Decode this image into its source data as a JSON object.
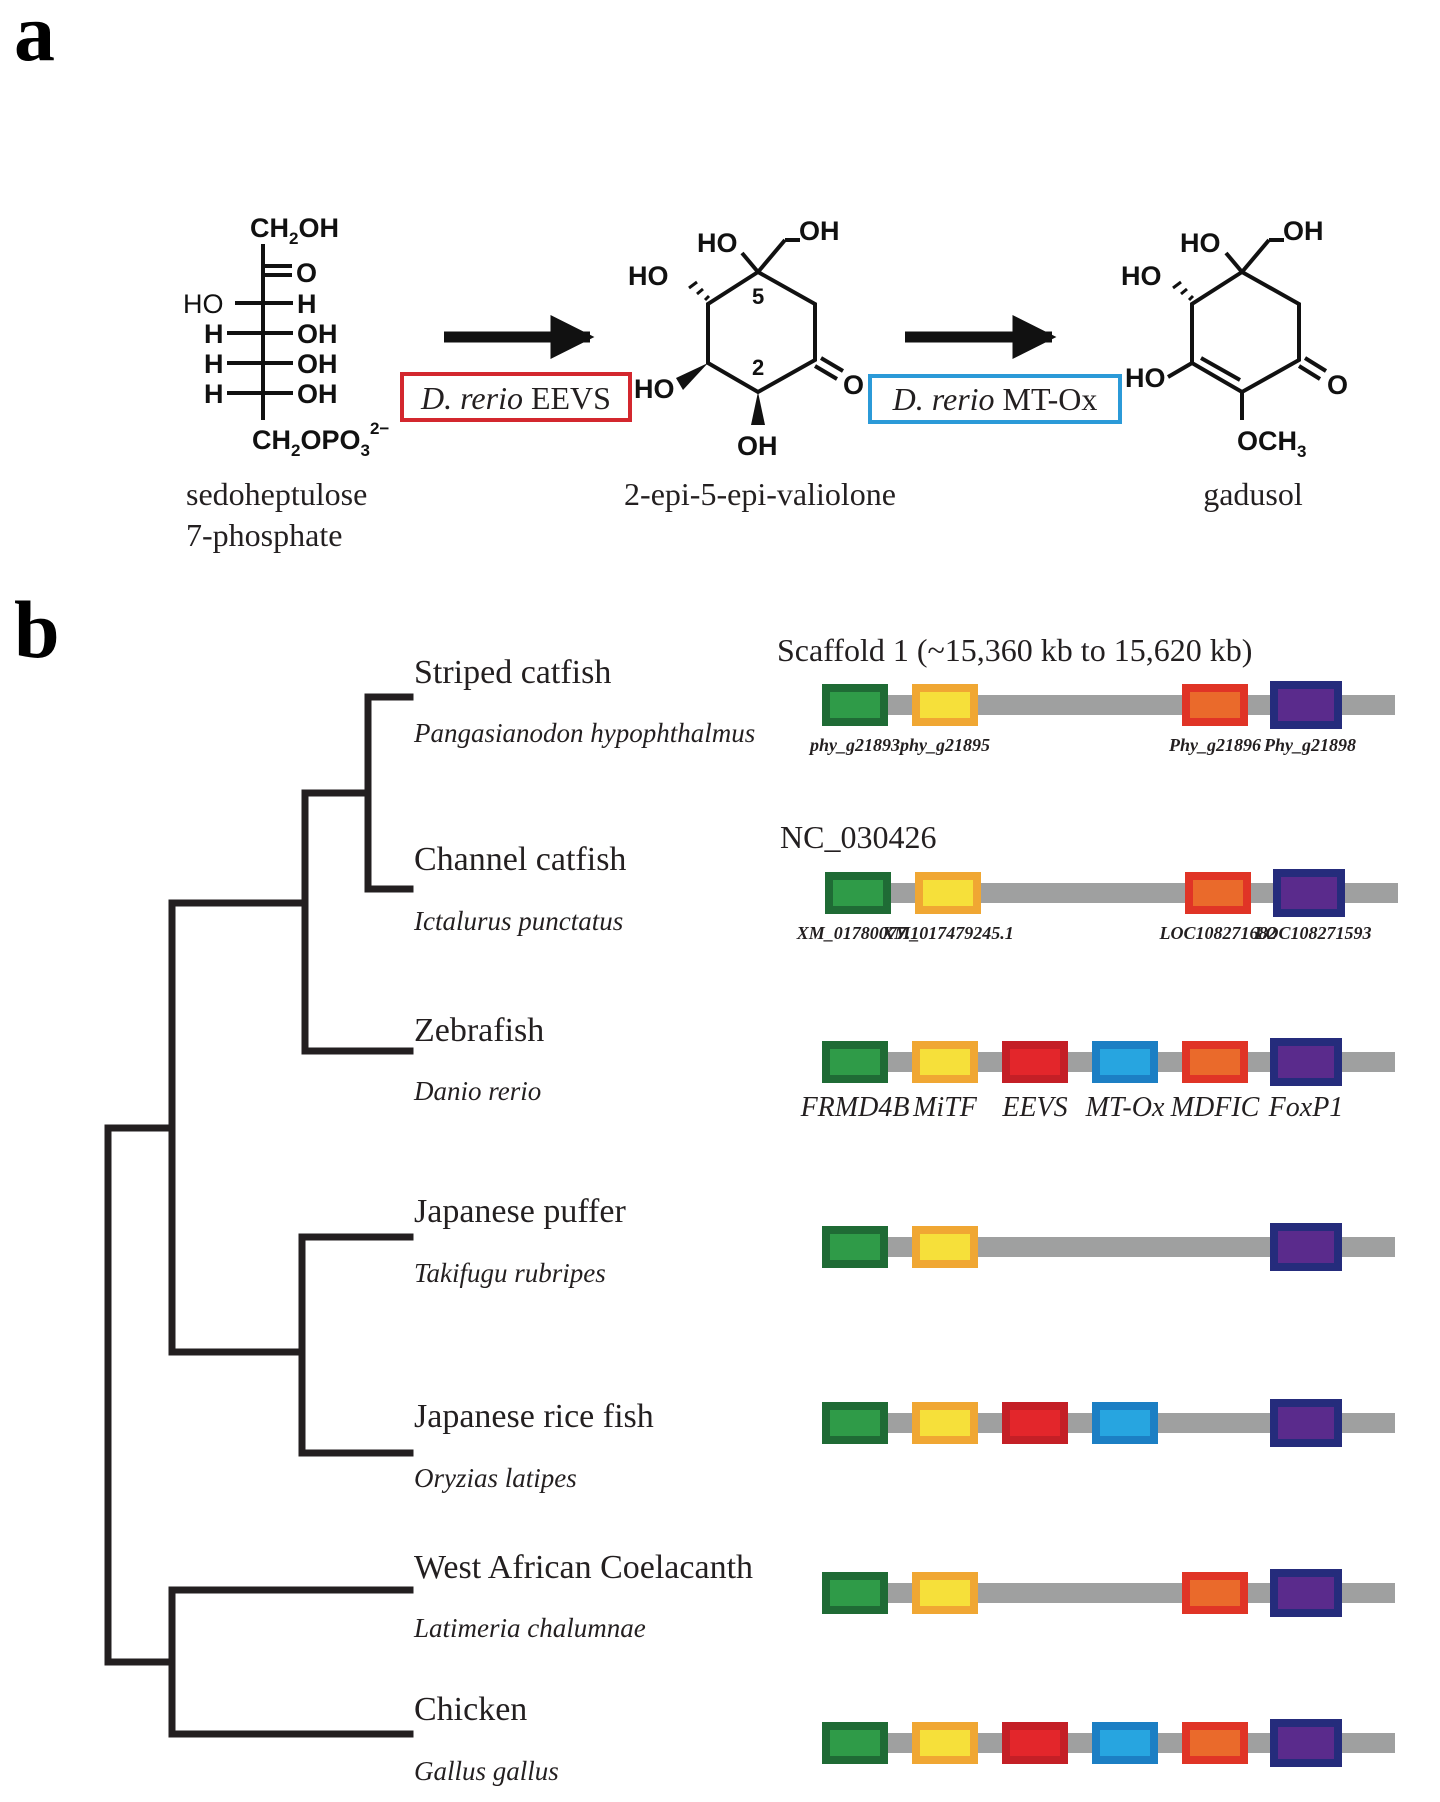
{
  "panel_a": {
    "label": "a",
    "compound1": {
      "name_line1": "sedoheptulose",
      "name_line2": "7-phosphate",
      "top": "CH",
      "top_sub": "2",
      "top_tail": "OH",
      "o": "O",
      "rows": [
        {
          "left": "HO",
          "right": "H"
        },
        {
          "left": "H",
          "right": "OH"
        },
        {
          "left": "H",
          "right": "OH"
        },
        {
          "left": "H",
          "right": "OH"
        }
      ],
      "bottom": "CH",
      "bottom_sub": "2",
      "bottom_mid": "OPO",
      "bottom_sub2": "3",
      "bottom_charge": "2−"
    },
    "compound2": {
      "name": "2-epi-5-epi-valiolone",
      "ho_top": "HO",
      "oh_top": "OH",
      "ho_left": "HO",
      "ho_lower": "HO",
      "oh_bottom": "OH",
      "ketone": "O",
      "num5": "5",
      "num2": "2"
    },
    "compound3": {
      "name": "gadusol",
      "ho_top": "HO",
      "oh_top": "OH",
      "ho_left": "HO",
      "ho_lower": "HO",
      "ketone": "O",
      "och3": "OCH",
      "och3_sub": "3"
    },
    "enzyme1": {
      "italic": "D. rerio",
      "plain": "EEVS",
      "border_color": "#d3272e"
    },
    "enzyme2": {
      "italic": "D. rerio",
      "plain": "MT-Ox",
      "border_color": "#2b9ad8"
    }
  },
  "panel_b": {
    "label": "b",
    "colors": {
      "FRMD4B": {
        "outer": "#1f6b35",
        "inner": "#2f9b48"
      },
      "MiTF": {
        "outer": "#f0a733",
        "inner": "#f6e03a"
      },
      "EEVS": {
        "outer": "#c41f26",
        "inner": "#e3262b"
      },
      "MT-Ox": {
        "outer": "#1c7fc4",
        "inner": "#27a5e0"
      },
      "MDFIC": {
        "outer": "#e03426",
        "inner": "#ea6a2b"
      },
      "FoxP1": {
        "outer": "#252c7c",
        "inner": "#5a2b8c"
      },
      "chromosome": "#9fa0a0",
      "tree": "#231f20"
    },
    "species": [
      {
        "common": "Striped catfish",
        "latin": "Pangasianodon hypophthalmus",
        "locus_title": "Scaffold 1 (~15,360 kb to 15,620 kb)",
        "genes": [
          "FRMD4B",
          "MiTF",
          "MDFIC",
          "FoxP1"
        ],
        "gene_labels": [
          "phy_g21893",
          "phy_g21895",
          "Phy_g21896",
          "Phy_g21898"
        ]
      },
      {
        "common": "Channel catfish",
        "latin": "Ictalurus punctatus",
        "locus_title": "NC_030426",
        "genes": [
          "FRMD4B",
          "MiTF",
          "MDFIC",
          "FoxP1"
        ],
        "gene_labels": [
          "XM_01780077.1",
          "XM_017479245.1",
          "LOC108271682",
          "LOC108271593"
        ]
      },
      {
        "common": "Zebrafish",
        "latin": "Danio rerio",
        "genes": [
          "FRMD4B",
          "MiTF",
          "EEVS",
          "MT-Ox",
          "MDFIC",
          "FoxP1"
        ],
        "gene_labels": [
          "FRMD4B",
          "MiTF",
          "EEVS",
          "MT-Ox",
          "MDFIC",
          "FoxP1"
        ]
      },
      {
        "common": "Japanese puffer",
        "latin": "Takifugu rubripes",
        "genes": [
          "FRMD4B",
          "MiTF",
          "FoxP1"
        ]
      },
      {
        "common": "Japanese rice fish",
        "latin": "Oryzias latipes",
        "genes": [
          "FRMD4B",
          "MiTF",
          "EEVS",
          "MT-Ox",
          "FoxP1"
        ]
      },
      {
        "common": "West African Coelacanth",
        "latin": "Latimeria chalumnae",
        "genes": [
          "FRMD4B",
          "MiTF",
          "MDFIC",
          "FoxP1"
        ]
      },
      {
        "common": "Chicken",
        "latin": "Gallus gallus",
        "genes": [
          "FRMD4B",
          "MiTF",
          "EEVS",
          "MT-Ox",
          "MDFIC",
          "FoxP1"
        ]
      }
    ]
  }
}
